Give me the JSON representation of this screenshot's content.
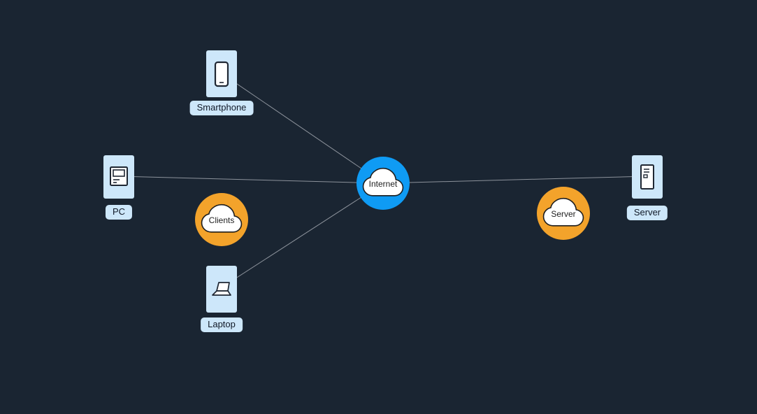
{
  "canvas": {
    "background": "#1A2532",
    "title": "Client-server network diagram"
  },
  "colors": {
    "node_fill": "#CDE7FA",
    "label_text": "#101826",
    "internet_blue": "#0F9BF4",
    "group_orange": "#F3A32B",
    "cloud_fill": "#FFFFFF",
    "cloud_stroke": "#1E1E1E",
    "edge": "#8C929B"
  },
  "nodes": {
    "smartphone": {
      "label": "Smartphone",
      "type": "device"
    },
    "pc": {
      "label": "PC",
      "type": "device"
    },
    "laptop": {
      "label": "Laptop",
      "type": "device"
    },
    "server": {
      "label": "Server",
      "type": "device"
    },
    "internet": {
      "label": "Internet",
      "type": "hub-cloud"
    },
    "clients_group": {
      "label": "Clients",
      "type": "group-cloud"
    },
    "server_group": {
      "label": "Server",
      "type": "group-cloud"
    }
  },
  "edges": [
    {
      "from": "smartphone",
      "to": "internet"
    },
    {
      "from": "pc",
      "to": "internet"
    },
    {
      "from": "laptop",
      "to": "internet"
    },
    {
      "from": "internet",
      "to": "server"
    }
  ]
}
